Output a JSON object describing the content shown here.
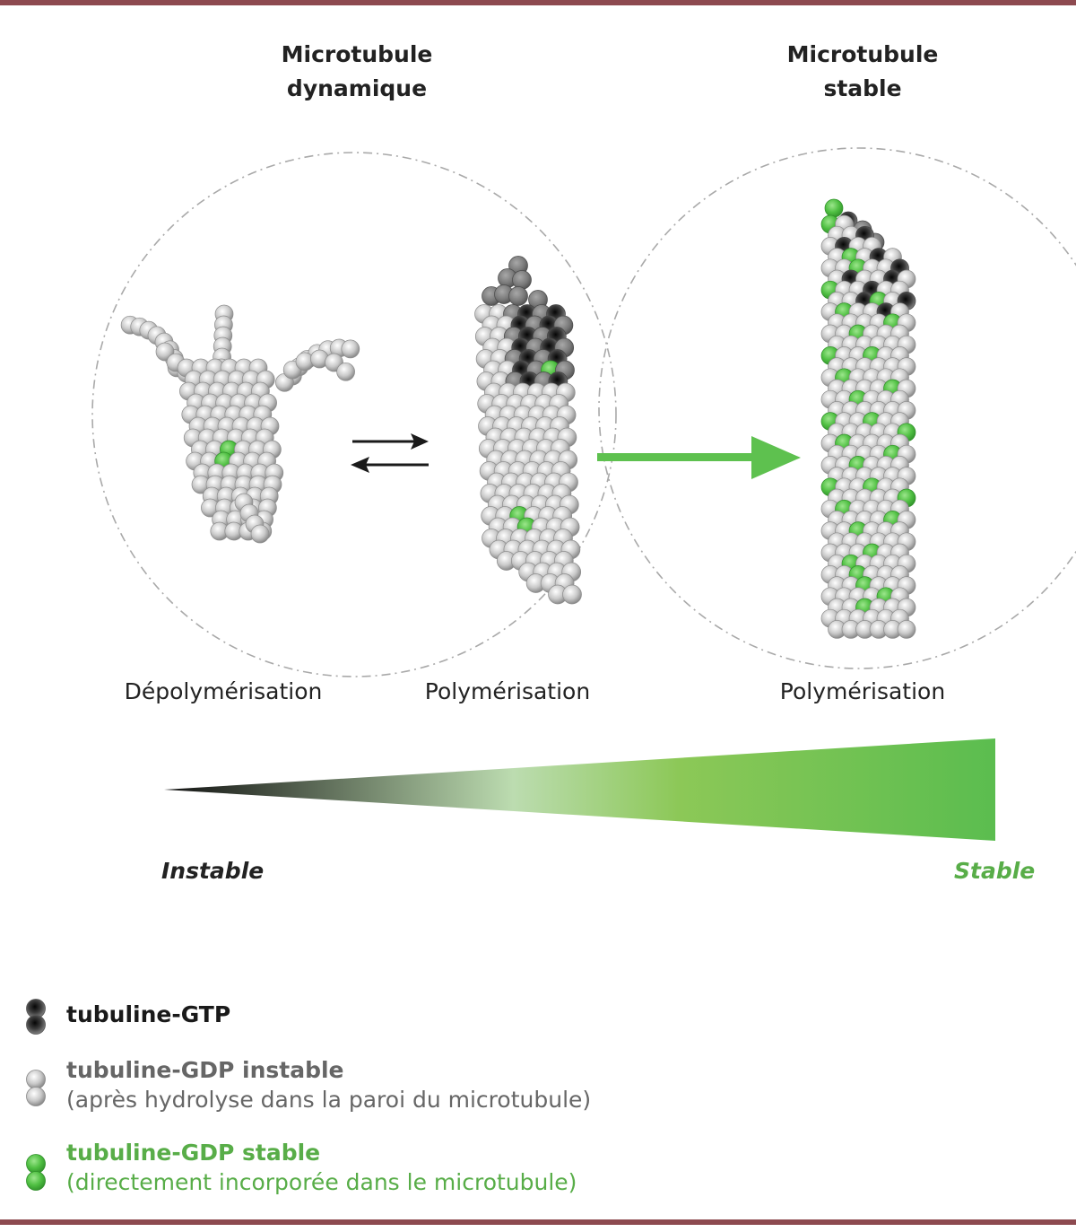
{
  "colors": {
    "rule": "#8d4a50",
    "green": "#5ec14f",
    "green_text": "#58ad48",
    "grey_text": "#666666",
    "gtp_dark": "#1a1a1a",
    "gdp_grey": "#bdbdbd",
    "arrow": "#1a1a1a"
  },
  "titles": {
    "dynamic": {
      "line1": "Microtubule",
      "line2": "dynamique"
    },
    "stable": {
      "line1": "Microtubule",
      "line2": "stable"
    }
  },
  "captions": {
    "depolymerisation": "Dépolymérisation",
    "polymerisation_dynamic": "Polymérisation",
    "polymerisation_stable": "Polymérisation"
  },
  "scale": {
    "left_label": "Instable",
    "right_label": "Stable",
    "gradient_colors": [
      "#111111",
      "#bcdcb0",
      "#8cc857",
      "#5bbd4f"
    ]
  },
  "legend": [
    {
      "key": "gtp",
      "title": "tubuline-GTP",
      "subtitle": "",
      "icon": "dark-tubulin-dimer-icon"
    },
    {
      "key": "gdp_unstable",
      "title": "tubuline-GDP instable",
      "subtitle": "(après hydrolyse dans la paroi du microtubule)",
      "icon": "grey-tubulin-dimer-icon"
    },
    {
      "key": "gdp_stable",
      "title": "tubuline-GDP stable",
      "subtitle": "(directement incorporée dans le microtubule)",
      "icon": "green-tubulin-dimer-icon"
    }
  ]
}
